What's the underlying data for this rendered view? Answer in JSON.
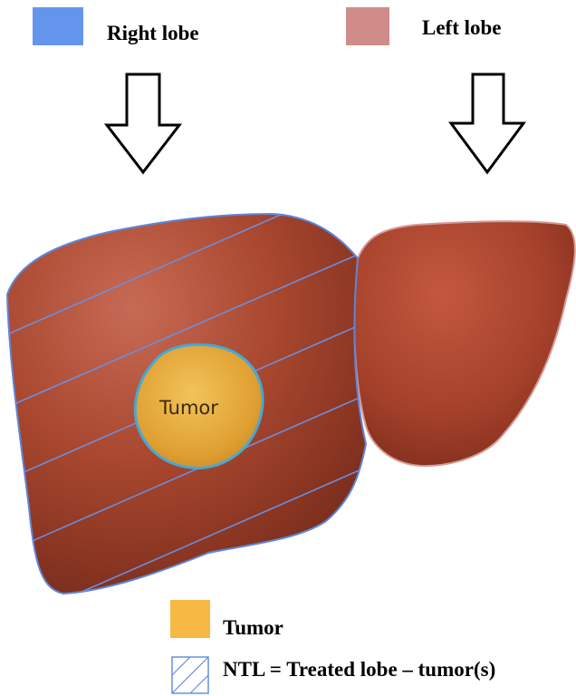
{
  "legend_top": {
    "right_lobe": {
      "label": "Right lobe",
      "color": "#6495ED"
    },
    "left_lobe": {
      "label": "Left lobe",
      "color": "#D08C88"
    }
  },
  "diagram": {
    "tumor_label": "Tumor",
    "liver_color": "#A8442E",
    "tumor_color": "#E7A93A",
    "hatch_color": "#6A8FE0"
  },
  "legend_bottom": {
    "tumor": {
      "label": "Tumor",
      "color": "#F7B944"
    },
    "ntl": {
      "label": "NTL = Treated lobe – tumor(s)",
      "icon": "hatched-square-icon"
    }
  }
}
